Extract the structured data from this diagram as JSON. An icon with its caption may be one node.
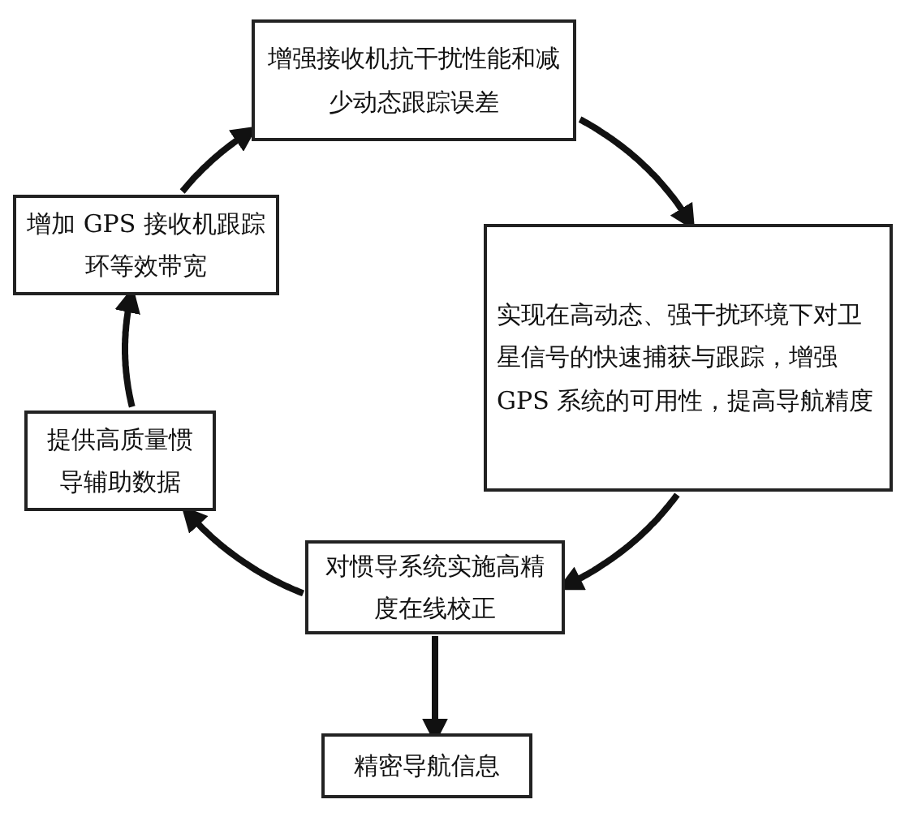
{
  "diagram": {
    "nodes": [
      {
        "text": [
          "增强接收机抗干扰性能和减少动态跟踪误差"
        ]
      },
      {
        "text": [
          "增加 GPS 接收机跟踪环等效带宽"
        ]
      },
      {
        "text": [
          "实现在高动态、强干扰环境下对卫星信号的快速捕获与跟踪，增强 GPS 系统的可用性，提高导航精度"
        ]
      },
      {
        "text": [
          "提供高质量惯导辅助数据"
        ]
      },
      {
        "text": [
          "对惯导系统实施高精度在线校正"
        ]
      },
      {
        "text": [
          "精密导航信息"
        ]
      }
    ],
    "edges": [
      {
        "from": 0,
        "to": 2,
        "arrow": "to"
      },
      {
        "from": 2,
        "to": 4,
        "arrow": "to"
      },
      {
        "from": 4,
        "to": 3,
        "arrow": "to"
      },
      {
        "from": 3,
        "to": 1,
        "arrow": "to"
      },
      {
        "from": 1,
        "to": 0,
        "arrow": "to"
      },
      {
        "from": 4,
        "to": 5,
        "arrow": "to"
      }
    ]
  }
}
